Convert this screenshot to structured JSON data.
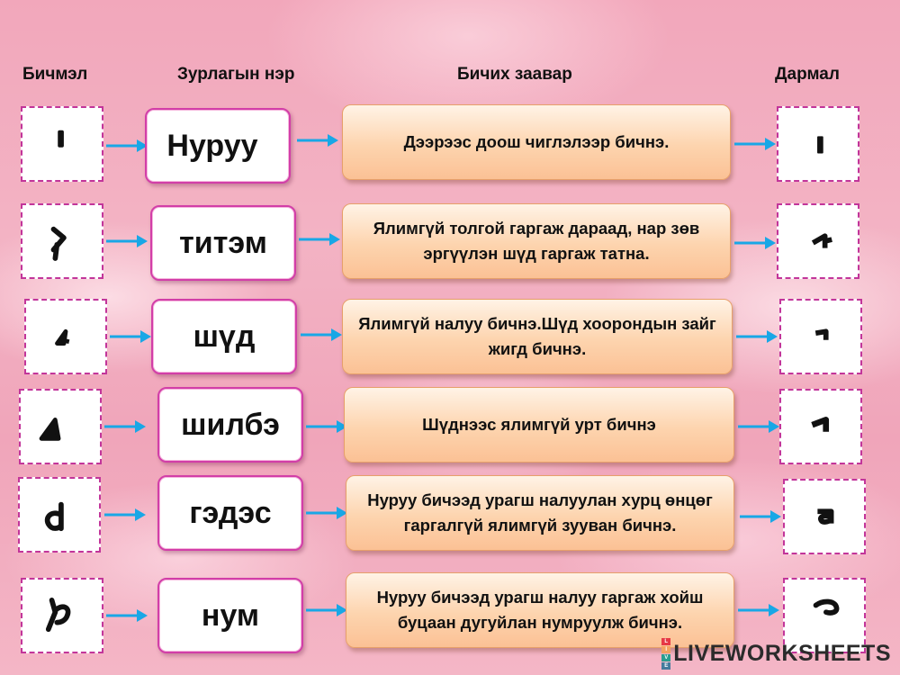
{
  "headers": {
    "written": "Бичмэл",
    "element_name": "Зурлагын нэр",
    "instruction": "Бичих заавар",
    "printed": "Дармал"
  },
  "rows": [
    {
      "written_glyph": "nuruu-written-icon",
      "name": "Нуруу",
      "instruction": "Дээрээс доош чиглэлээр бичнэ.",
      "printed_glyph": "nuruu-printed-icon"
    },
    {
      "written_glyph": "titem-written-icon",
      "name": "титэм",
      "instruction": "Ялимгүй толгой гаргаж дараад, нар зөв эргүүлэн шүд гаргаж татна.",
      "printed_glyph": "titem-printed-icon"
    },
    {
      "written_glyph": "shud-written-icon",
      "name": "шүд",
      "instruction": "Ялимгүй налуу бичнэ.Шүд хоорондын зайг жигд бичнэ.",
      "printed_glyph": "shud-printed-icon"
    },
    {
      "written_glyph": "shilbe-written-icon",
      "name": "шилбэ",
      "instruction": "Шүднээс ялимгүй урт бичнэ",
      "printed_glyph": "shilbe-printed-icon"
    },
    {
      "written_glyph": "gedes-written-icon",
      "name": "гэдэс",
      "instruction": "Нуруу бичээд урагш налуулан хурц өнцөг гаргалгүй ялимгүй зууван бичнэ.",
      "printed_glyph": "gedes-printed-icon"
    },
    {
      "written_glyph": "num-written-icon",
      "name": "нум",
      "instruction": "Нуруу бичээд урагш налуу гаргаж хойш буцаан дугуйлан нумруулж бичнэ.",
      "printed_glyph": "num-printed-icon"
    }
  ],
  "logo": {
    "text": "LIVEWORKSHEETS",
    "mark_letters": [
      "L",
      "I",
      "V",
      "E"
    ],
    "mark_colors": [
      "#e63946",
      "#f4a261",
      "#2a9d8f",
      "#457b9d"
    ]
  },
  "colors": {
    "arrow": "#19a7e6",
    "dashed_border": "#c2359a",
    "name_border": "#d23ea8"
  }
}
